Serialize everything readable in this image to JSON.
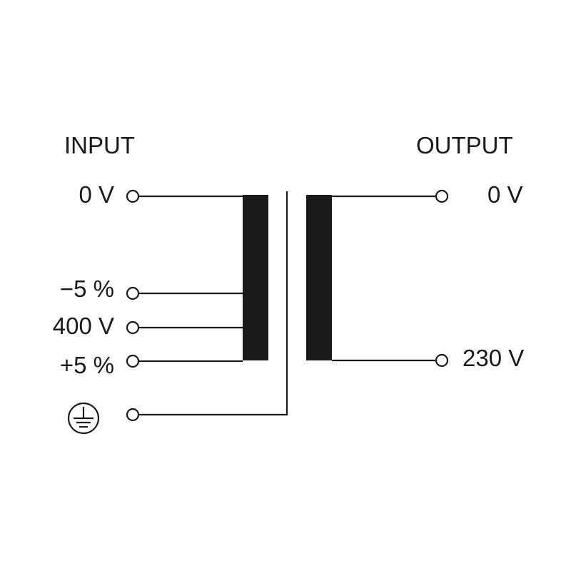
{
  "input": {
    "heading": "INPUT",
    "terminals": {
      "zero": "0 V",
      "minus": "−5 %",
      "nominal": "400 V",
      "plus": "+5 %"
    }
  },
  "output": {
    "heading": "OUTPUT",
    "terminals": {
      "zero": "0 V",
      "secondary": "230 V"
    }
  },
  "colors": {
    "ink": "#1a1a1a",
    "background": "#ffffff"
  },
  "icons": {
    "earth": "protective-earth-icon"
  }
}
